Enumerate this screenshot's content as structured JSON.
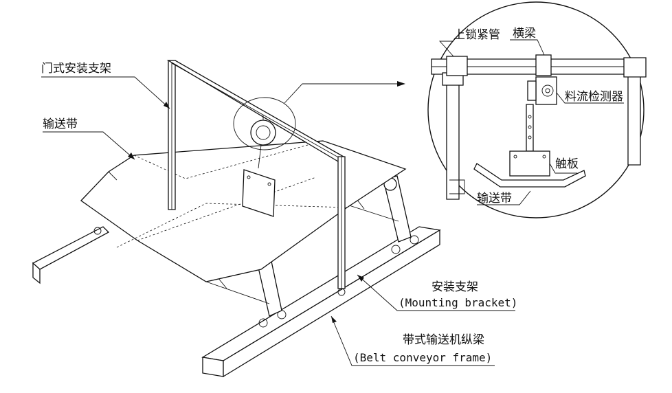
{
  "labels": {
    "gantry_mount": "门式安装支架",
    "conveyor_belt": "输送带",
    "mounting_bracket_cn": "安装支架",
    "mounting_bracket_en": "(Mounting bracket)",
    "frame_cn": "带式输送机纵梁",
    "frame_en": "(Belt conveyor frame)"
  },
  "detail": {
    "lock_tube": "上锁紧管",
    "crossbeam": "横梁",
    "flow_detector": "料流检测器",
    "touch_plate": "触板",
    "conveyor_belt": "输送带"
  }
}
